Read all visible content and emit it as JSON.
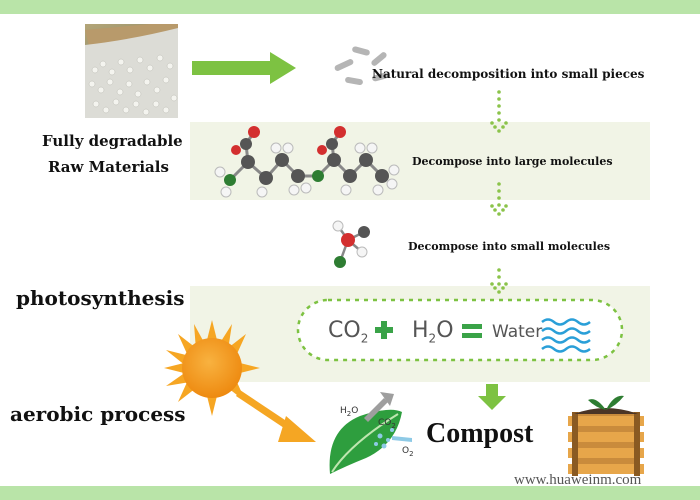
{
  "colors": {
    "band_green": "#b9e4a8",
    "arrow_green": "#7dc242",
    "panel_bg": "#f1f4e6",
    "equation_green": "#3aa348",
    "water_blue": "#2a9fd8",
    "sun_orange": "#f39a1c"
  },
  "labels": {
    "raw_materials_line1": "Fully degradable",
    "raw_materials_line2": "Raw Materials",
    "step1": "Natural decomposition into small pieces",
    "step2": "Decompose into large molecules",
    "step3": "Decompose into small molecules",
    "photosynthesis": "photosynthesis",
    "aerobic": "aerobic process",
    "compost": "Compost"
  },
  "equation": {
    "co2_main": "CO",
    "co2_sub": "2",
    "plus": "+",
    "h2o_h": "H",
    "h2o_sub": "2",
    "h2o_o": "O",
    "equals": "=",
    "water": "Water"
  },
  "leaf_labels": {
    "h2o_main": "H",
    "h2o_sub": "2",
    "h2o_o": "O",
    "co2_main": "CO",
    "co2_sub": "2",
    "o2_main": "O",
    "o2_sub": "2"
  },
  "icons": [
    "pellet-photo",
    "molecule-chain-icon",
    "small-molecule-icon",
    "sun-icon",
    "leaf-icon",
    "compost-box-icon",
    "water-waves-icon"
  ],
  "watermark": "www.huaweinm.com"
}
